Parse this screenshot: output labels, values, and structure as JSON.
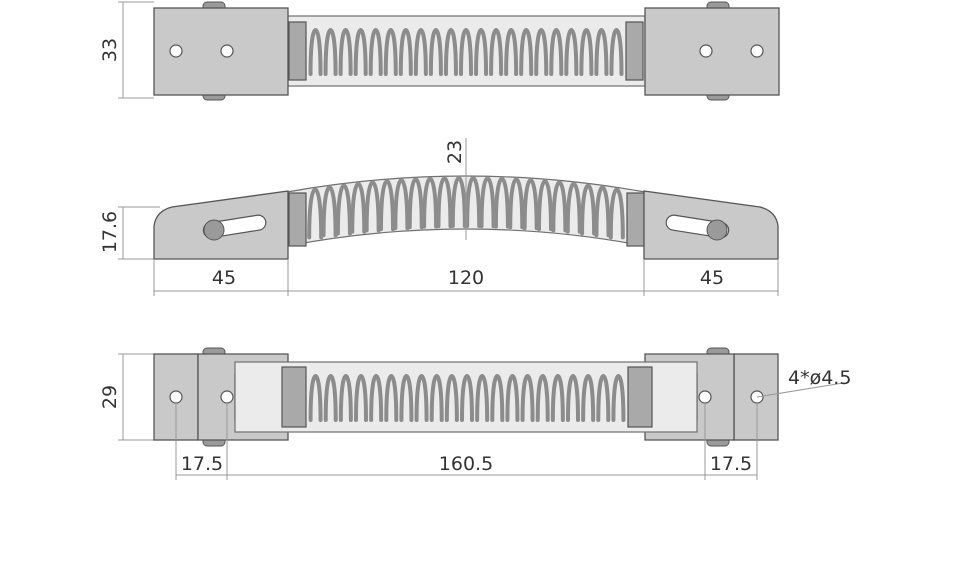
{
  "top_view": {
    "height_label": "33"
  },
  "side_view": {
    "height_label": "17.6",
    "arc_label": "23",
    "left_len_label": "45",
    "center_len_label": "120",
    "right_len_label": "45"
  },
  "bottom_view": {
    "height_label": "29",
    "left_hole_label": "17.5",
    "center_len_label": "160.5",
    "right_hole_label": "17.5",
    "holes_label": "4*ø4.5"
  },
  "colors": {
    "part_fill": "#c9c9c9",
    "outline": "#555555",
    "spring": "#8c8c8c",
    "dimension_line": "#999999",
    "text": "#333333"
  }
}
